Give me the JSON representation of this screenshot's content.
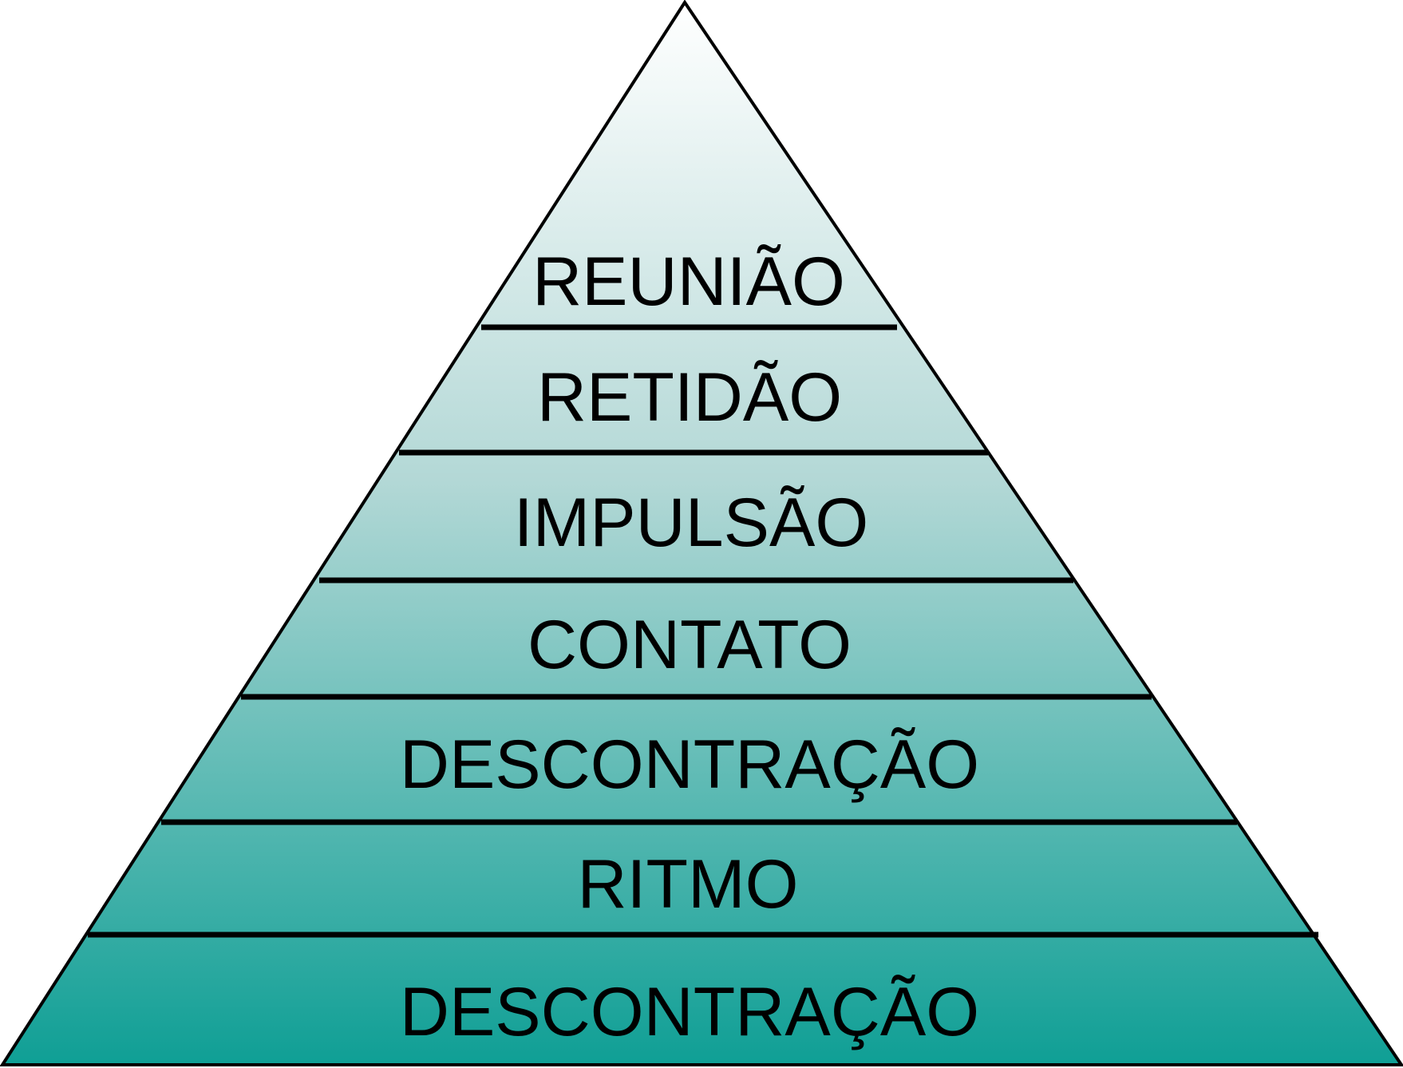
{
  "diagram": {
    "type": "pyramid",
    "colors": {
      "top": "#ffffff",
      "bottom": "#0f9f95",
      "outline": "#000000"
    },
    "levels": [
      {
        "label": "REUNIÃO"
      },
      {
        "label": "RETIDÃO"
      },
      {
        "label": "IMPULSÃO"
      },
      {
        "label": "CONTATO"
      },
      {
        "label": "DESCONTRAÇÃO"
      },
      {
        "label": "RITMO"
      },
      {
        "label": "DESCONTRAÇÃO"
      }
    ]
  }
}
